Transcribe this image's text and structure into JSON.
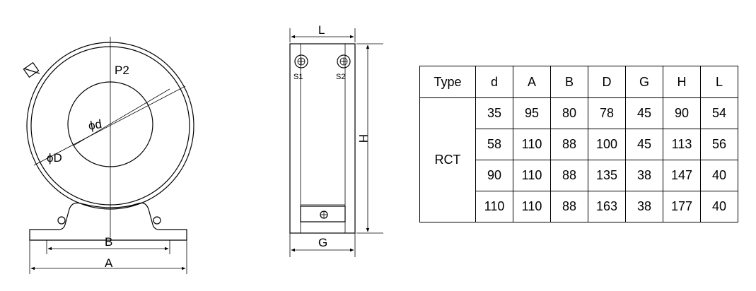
{
  "front_view": {
    "label_p2": "P2",
    "label_inner_dia": "ϕd",
    "label_outer_dia": "ϕD",
    "label_b": "B",
    "label_a": "A"
  },
  "side_view": {
    "label_l": "L",
    "label_h": "H",
    "label_g": "G",
    "label_s1": "S1",
    "label_s2": "S2"
  },
  "table": {
    "headers": [
      "Type",
      "d",
      "A",
      "B",
      "D",
      "G",
      "H",
      "L"
    ],
    "type_label": "RCT",
    "rows": [
      [
        "35",
        "95",
        "80",
        "78",
        "45",
        "90",
        "54"
      ],
      [
        "58",
        "110",
        "88",
        "100",
        "45",
        "113",
        "56"
      ],
      [
        "90",
        "110",
        "88",
        "135",
        "38",
        "147",
        "40"
      ],
      [
        "110",
        "110",
        "88",
        "163",
        "38",
        "177",
        "40"
      ]
    ]
  }
}
